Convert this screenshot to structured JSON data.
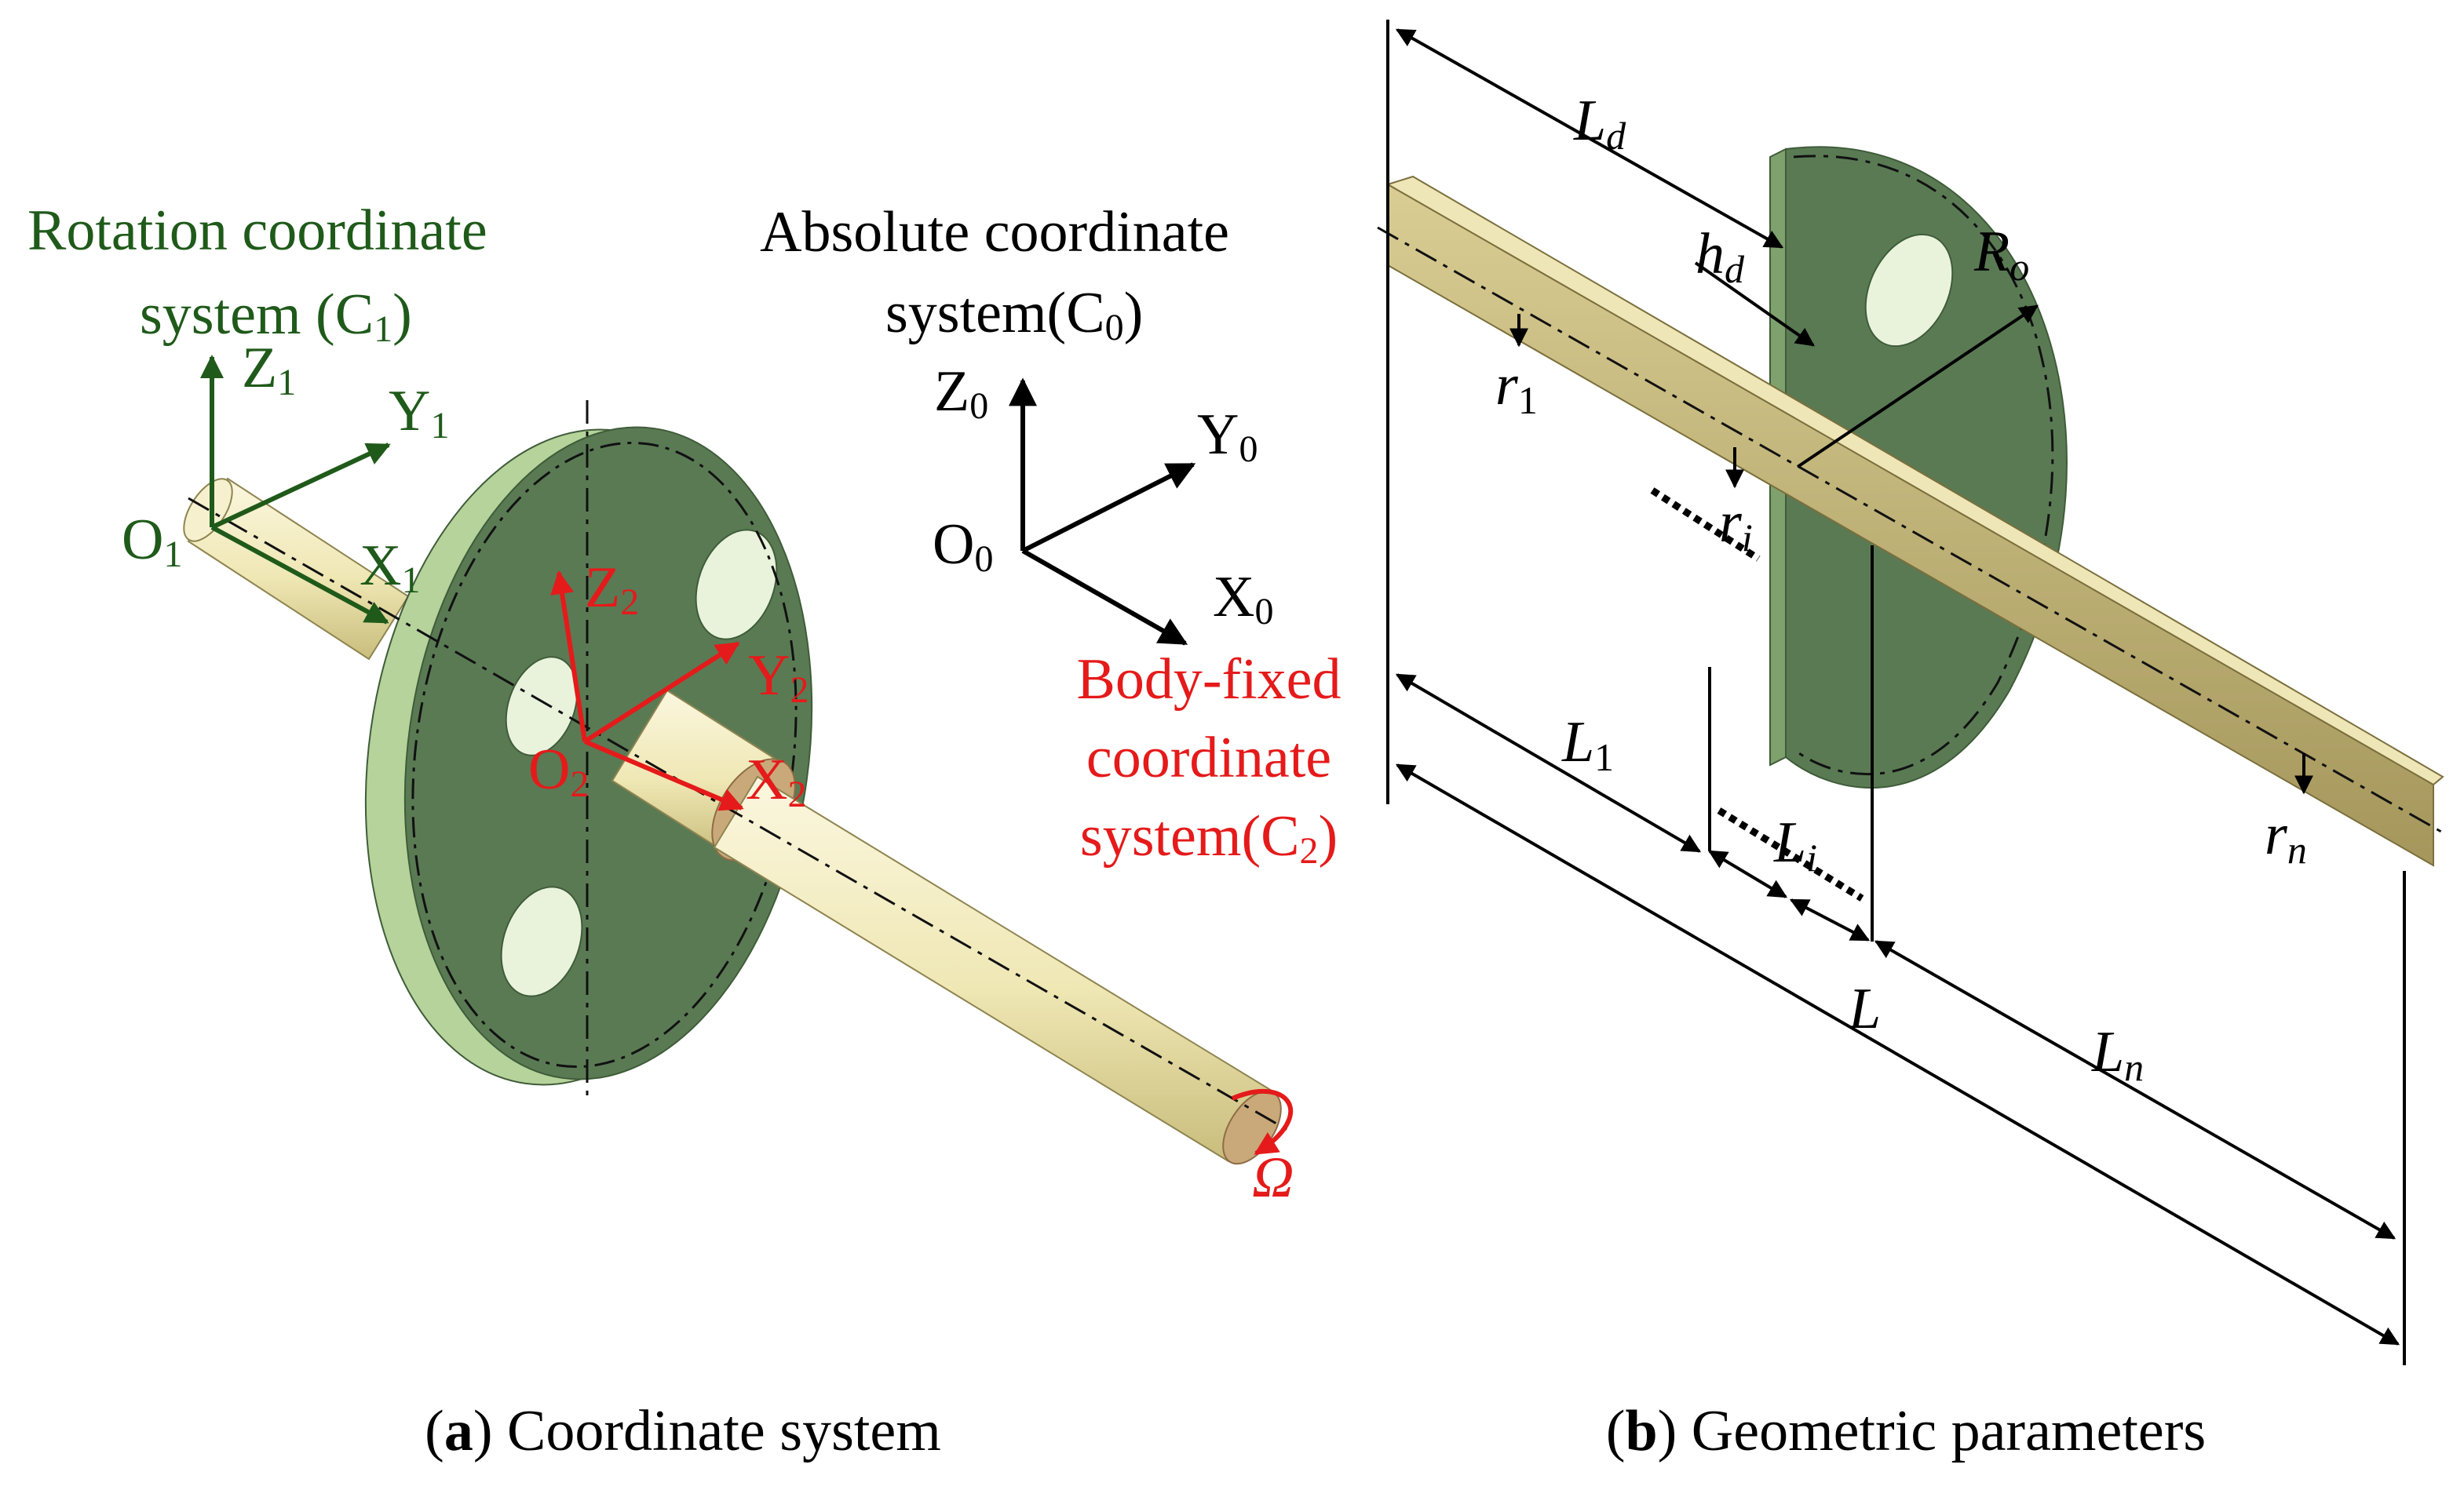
{
  "panel_a": {
    "caption_letter": "a",
    "caption_text": " Coordinate system",
    "rotation_title_1": "Rotation coordinate",
    "rotation_title_2": "system (C",
    "rotation_title_sub": "1",
    "rotation_title_end": ")",
    "absolute_title_1": "Absolute coordinate",
    "absolute_title_2": "system(C",
    "absolute_title_sub": "0",
    "absolute_title_end": ")",
    "bodyfixed_title_1": "Body-fixed",
    "bodyfixed_title_2": "coordinate",
    "bodyfixed_title_3": "system(C",
    "bodyfixed_title_sub": "2",
    "bodyfixed_title_end": ")",
    "axes_c1": {
      "z": "Z",
      "y": "Y",
      "x": "X",
      "o": "O",
      "sub": "1"
    },
    "axes_c0": {
      "z": "Z",
      "y": "Y",
      "x": "X",
      "o": "O",
      "sub": "0"
    },
    "axes_c2": {
      "z": "Z",
      "y": "Y",
      "x": "X",
      "o": "O",
      "sub": "2"
    },
    "omega": "Ω"
  },
  "panel_b": {
    "caption_letter": "b",
    "caption_text": " Geometric parameters",
    "dims": {
      "Ld": {
        "main": "L",
        "sub": "d"
      },
      "hd": {
        "main": "h",
        "sub": "d"
      },
      "Ro": {
        "main": "R",
        "sub": "o"
      },
      "r1": {
        "main": "r",
        "sub": "1"
      },
      "ri": {
        "main": "r",
        "sub": "i"
      },
      "rn": {
        "main": "r",
        "sub": "n"
      },
      "L1": {
        "main": "L",
        "sub": "1"
      },
      "Li": {
        "main": "L",
        "sub": "i"
      },
      "L": {
        "main": "L",
        "sub": ""
      },
      "Ln": {
        "main": "L",
        "sub": "n"
      }
    }
  },
  "colors": {
    "green_label": "#1f5a1a",
    "red_label": "#e51a1a",
    "disc": "#5a7a54",
    "shaft": "#f0e9b8",
    "bar": "#b7a86e"
  }
}
